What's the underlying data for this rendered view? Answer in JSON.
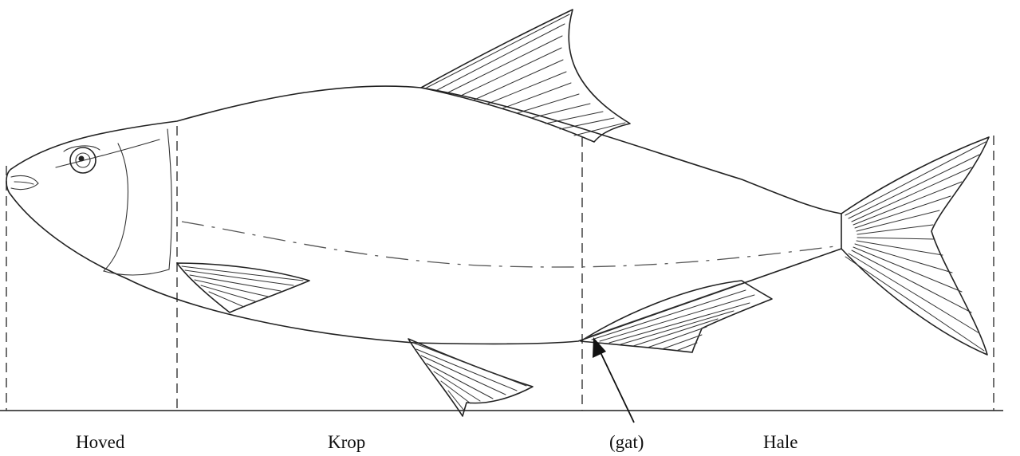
{
  "labels": {
    "head": "Hoved",
    "body": "Krop",
    "vent": "(gat)",
    "tail": "Hale"
  }
}
